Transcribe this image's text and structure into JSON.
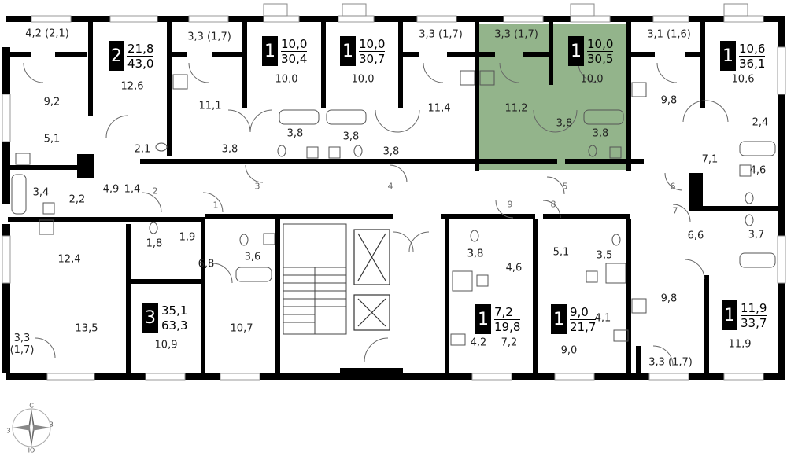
{
  "colors": {
    "highlight": "#93b48b",
    "wall": "#000000",
    "fixture": "#555555"
  },
  "apartments": [
    {
      "id": "apt-2-room",
      "rooms": "2",
      "living_area": "21,8",
      "total_area": "43,0"
    },
    {
      "id": "apt-1a",
      "rooms": "1",
      "living_area": "10,0",
      "total_area": "30,4"
    },
    {
      "id": "apt-1b",
      "rooms": "1",
      "living_area": "10,0",
      "total_area": "30,7"
    },
    {
      "id": "apt-1c",
      "rooms": "1",
      "living_area": "10,0",
      "total_area": "30,5",
      "highlighted": true
    },
    {
      "id": "apt-1d",
      "rooms": "1",
      "living_area": "10,6",
      "total_area": "36,1"
    },
    {
      "id": "apt-3-room",
      "rooms": "3",
      "living_area": "35,1",
      "total_area": "63,3"
    },
    {
      "id": "apt-1e",
      "rooms": "1",
      "living_area": "7,2",
      "total_area": "19,8"
    },
    {
      "id": "apt-1f",
      "rooms": "1",
      "living_area": "9,0",
      "total_area": "21,7"
    },
    {
      "id": "apt-1g",
      "rooms": "1",
      "living_area": "11,9",
      "total_area": "33,7"
    }
  ],
  "room_areas": [
    "4,2 (2,1)",
    "12,6",
    "3,3 (1,7)",
    "10,0",
    "10,0",
    "3,3 (1,7)",
    "3,3 (1,7)",
    "10,0",
    "3,1 (1,6)",
    "10,6",
    "9,2",
    "11,1",
    "11,4",
    "11,2",
    "9,8",
    "3,8",
    "3,8",
    "3,8",
    "3,8",
    "3,8",
    "3,8",
    "3,8",
    "2,4",
    "5,1",
    "2,1",
    "7,1",
    "4,6",
    "3,4",
    "2,2",
    "4,9",
    "1,4",
    "3,7",
    "12,4",
    "1,8",
    "1,9",
    "6,8",
    "3,6",
    "3,8",
    "4,6",
    "5,1",
    "3,5",
    "6,6",
    "9,8",
    "13,5",
    "10,9",
    "10,7",
    "4,2",
    "7,2",
    "9,0",
    "4,1",
    "11,9",
    "3,3 (1,7)",
    "3,3\n(1,7)"
  ],
  "door_numbers": [
    "1",
    "2",
    "3",
    "4",
    "5",
    "6",
    "7",
    "8",
    "9"
  ],
  "compass": {
    "north": "С",
    "south": "Ю",
    "east": "В",
    "west": "З"
  }
}
